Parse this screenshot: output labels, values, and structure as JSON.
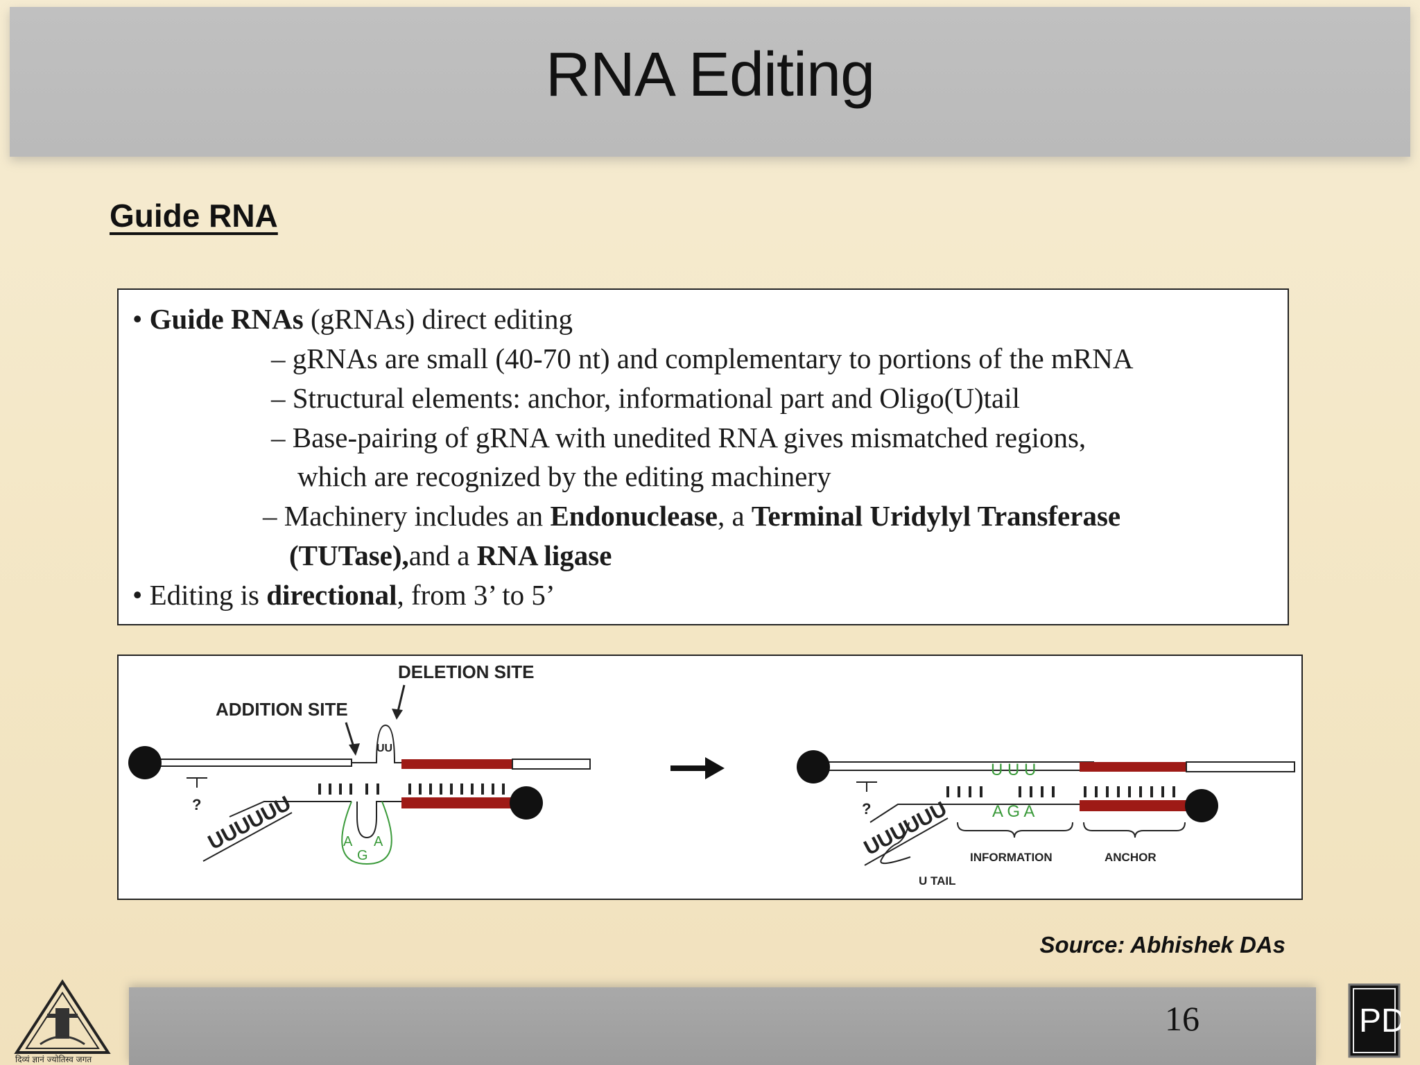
{
  "slide": {
    "title": "RNA Editing",
    "section_heading": "Guide RNA",
    "page_number": "16",
    "source": "Source: Abhishek DAs"
  },
  "bullets": {
    "b1_bold": "Guide RNAs",
    "b1_rest": " (gRNAs) direct editing",
    "s1": "gRNAs are small (40-70 nt) and complementary to portions of the mRNA",
    "s2": "Structural elements: anchor, informational part and Oligo(U)tail",
    "s3_line1": "Base-pairing of gRNA with unedited RNA gives mismatched regions,",
    "s3_line2": "which  are recognized by the editing machinery",
    "s4_a": "Machinery includes an ",
    "s4_b": "Endonuclease",
    "s4_c": ", a ",
    "s4_d": "Terminal Uridylyl Transferase",
    "s4_e": "(TUTase),",
    "s4_f": "and a ",
    "s4_g": "RNA ligase",
    "b2_a": "Editing is ",
    "b2_b": "directional",
    "b2_c": ", from 3’ to 5’",
    "bullet_glyph": "•",
    "dash_glyph": "–"
  },
  "diagram": {
    "deletion_site": "DELETION SITE",
    "addition_site": "ADDITION SITE",
    "uu_top": "UU",
    "question": "?",
    "utail_glyphs": "UUUUUU",
    "loop_a1": "A",
    "loop_g": "G",
    "loop_a2": "A",
    "uuu": "U U U",
    "aga": "A G A",
    "information": "INFORMATION",
    "anchor": "ANCHOR",
    "u_tail": "U TAIL"
  },
  "logos": {
    "left_caption": "दिव्यं ज्ञानं ज्योतिस्व जगत",
    "right_letters": "PD"
  },
  "colors": {
    "anchor_red": "#9e1a16",
    "loop_green": "#3a9a3a"
  }
}
